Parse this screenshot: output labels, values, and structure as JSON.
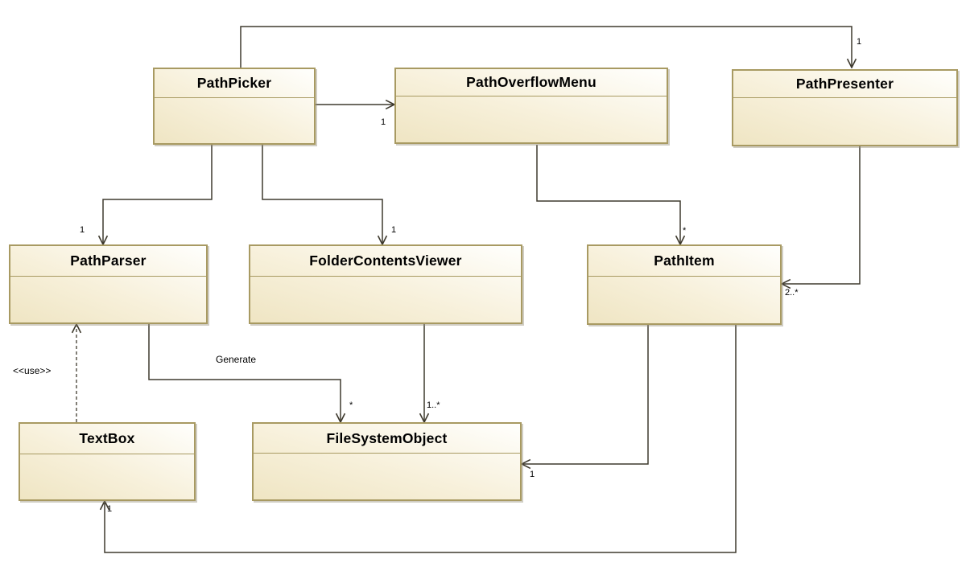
{
  "diagram_type": "uml-class-diagram",
  "classes": [
    {
      "name": "PathPicker"
    },
    {
      "name": "PathOverflowMenu"
    },
    {
      "name": "PathPresenter"
    },
    {
      "name": "PathParser"
    },
    {
      "name": "FolderContentsViewer"
    },
    {
      "name": "PathItem"
    },
    {
      "name": "TextBox"
    },
    {
      "name": "FileSystemObject"
    }
  ],
  "relationships": [
    {
      "id": "picker-presenter",
      "from": "PathPicker",
      "to": "PathPresenter",
      "target_multiplicity": "1",
      "line": "solid"
    },
    {
      "id": "picker-overflowmenu",
      "from": "PathPicker",
      "to": "PathOverflowMenu",
      "target_multiplicity": "1",
      "line": "solid"
    },
    {
      "id": "picker-parser",
      "from": "PathPicker",
      "to": "PathParser",
      "target_multiplicity": "1",
      "line": "solid"
    },
    {
      "id": "picker-folderviewer",
      "from": "PathPicker",
      "to": "FolderContentsViewer",
      "target_multiplicity": "1",
      "line": "solid"
    },
    {
      "id": "overflowmenu-pathitem",
      "from": "PathOverflowMenu",
      "to": "PathItem",
      "target_multiplicity": "*",
      "line": "solid"
    },
    {
      "id": "presenter-pathitem",
      "from": "PathPresenter",
      "to": "PathItem",
      "target_multiplicity": "2..*",
      "line": "solid"
    },
    {
      "id": "parser-fso",
      "from": "PathParser",
      "to": "FileSystemObject",
      "name": "Generate",
      "target_multiplicity": "*",
      "line": "solid"
    },
    {
      "id": "folderviewer-fso",
      "from": "FolderContentsViewer",
      "to": "FileSystemObject",
      "target_multiplicity": "1..*",
      "line": "solid"
    },
    {
      "id": "pathitem-fso",
      "from": "PathItem",
      "to": "FileSystemObject",
      "target_multiplicity": "1",
      "line": "solid"
    },
    {
      "id": "pathitem-textbox",
      "from": "PathItem",
      "to": "TextBox",
      "target_multiplicity": "1",
      "line": "solid"
    },
    {
      "id": "textbox-parser-use",
      "from": "TextBox",
      "to": "PathParser",
      "stereotype": "<<use>>",
      "line": "dashed"
    }
  ],
  "colors": {
    "background": "#ffffff",
    "box_border": "#a89a62",
    "box_fill_start": "#efe5c3",
    "box_fill_end": "#fffffd",
    "connector": "#3e3a2e",
    "label_text": "#000000"
  }
}
